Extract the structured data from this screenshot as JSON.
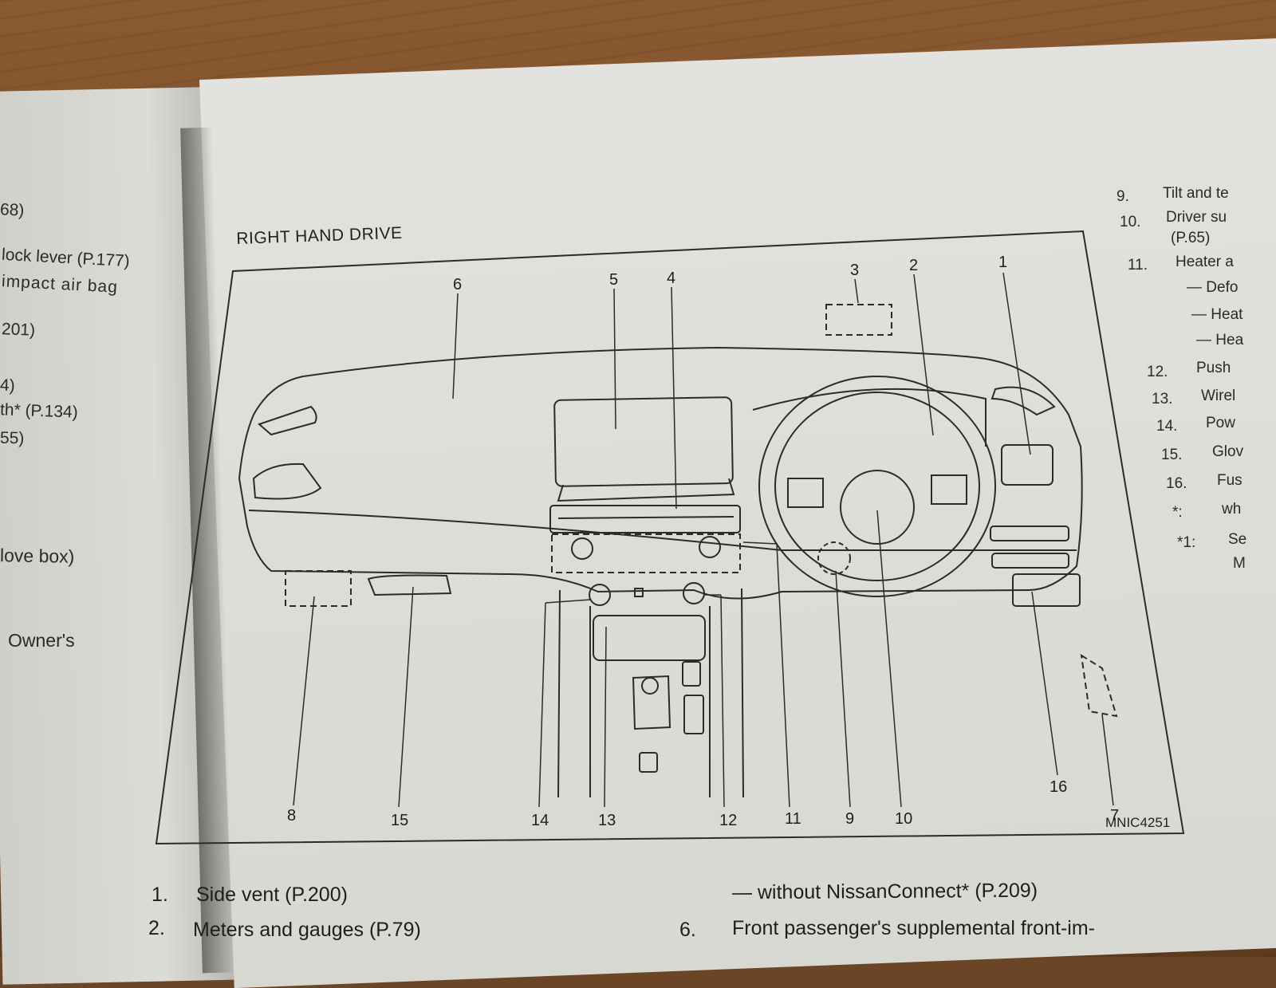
{
  "left_page": {
    "lines": [
      "68)",
      "lock lever (P.177)",
      "impact  air  bag",
      "201)",
      "4)",
      "th* (P.134)",
      "55)",
      "love  box)",
      "Owner's"
    ]
  },
  "right_column": {
    "items": [
      {
        "num": "9.",
        "text": "Tilt and te"
      },
      {
        "num": "10.",
        "text": "Driver  su"
      },
      {
        "num": "",
        "text": "(P.65)"
      },
      {
        "num": "11.",
        "text": "Heater a"
      },
      {
        "num": "",
        "text": "— Defo"
      },
      {
        "num": "",
        "text": "— Heat"
      },
      {
        "num": "",
        "text": "— Hea"
      },
      {
        "num": "12.",
        "text": "Push"
      },
      {
        "num": "13.",
        "text": "Wirel"
      },
      {
        "num": "14.",
        "text": "Pow"
      },
      {
        "num": "15.",
        "text": "Glov"
      },
      {
        "num": "16.",
        "text": "Fus"
      },
      {
        "num": "*:",
        "text": "wh"
      },
      {
        "num": "*1:",
        "text": "Se"
      },
      {
        "num": "",
        "text": "M"
      }
    ]
  },
  "figure": {
    "title": "RIGHT HAND DRIVE",
    "code": "MNIC4251",
    "callouts": [
      "1",
      "2",
      "3",
      "4",
      "5",
      "6",
      "7",
      "8",
      "9",
      "10",
      "11",
      "12",
      "13",
      "14",
      "15",
      "16"
    ]
  },
  "bottom": {
    "items": [
      {
        "num": "1.",
        "text": "Side vent (P.200)"
      },
      {
        "num": "2.",
        "text": "Meters and gauges (P.79)"
      }
    ],
    "right_line": "— without NissanConnect* (P.209)",
    "right_item": {
      "num": "6.",
      "text": "Front  passenger's  supplemental  front-im-"
    }
  }
}
